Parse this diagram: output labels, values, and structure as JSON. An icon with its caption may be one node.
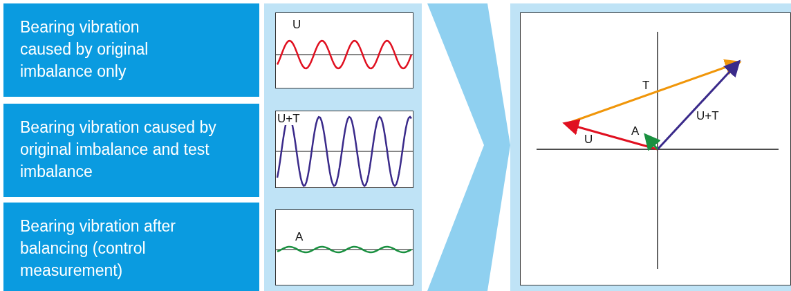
{
  "diagram": {
    "nodes": [
      {
        "text": [
          "Bearing vibration caused by original imbalance only"
        ]
      },
      {
        "text": [
          "Bearing vibration caused by original imbalance and test imbalance"
        ]
      },
      {
        "text": [
          "Bearing vibration after balancing (control measurement)"
        ]
      },
      {
        "text": [],
        "shape": "box"
      },
      {
        "text": [
          "U"
        ],
        "in": 3
      },
      {
        "text": [
          "U+T"
        ],
        "in": 3
      },
      {
        "text": [
          "A"
        ],
        "in": 3
      },
      {
        "text": [],
        "shape": "box"
      }
    ],
    "edges": [
      {
        "from": 3,
        "to": 7,
        "arrow": "to"
      }
    ],
    "labels": [
      "T",
      "U+T",
      "A",
      "U"
    ]
  }
}
